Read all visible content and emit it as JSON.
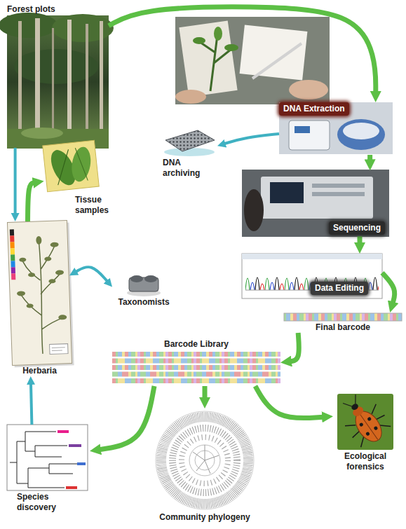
{
  "diagram": {
    "nodes": [
      {
        "text": [
          "Forest plots"
        ]
      },
      {
        "text": [
          "Tissue samples"
        ]
      },
      {
        "text": [
          "Herbaria"
        ]
      },
      {
        "text": [
          "Taxonomists"
        ]
      },
      {
        "text": [
          "DNA Extraction"
        ]
      },
      {
        "text": [
          "DNA archiving"
        ]
      },
      {
        "text": [
          "Sequencing"
        ]
      },
      {
        "text": [
          "Data Editing"
        ]
      },
      {
        "text": [
          "Final barcode"
        ]
      },
      {
        "text": [
          "Barcode Library"
        ]
      },
      {
        "text": [
          "Species discovery"
        ]
      },
      {
        "text": [
          "Community phylogeny"
        ]
      },
      {
        "text": [
          "Ecological forensics"
        ]
      }
    ],
    "edges": [
      {
        "from": 0,
        "to": 4,
        "arrow": "to"
      },
      {
        "from": 0,
        "to": 2,
        "arrow": "to"
      },
      {
        "from": 2,
        "to": 1,
        "arrow": "to"
      },
      {
        "from": 2,
        "to": 3,
        "arrow": "both"
      },
      {
        "from": 4,
        "to": 5,
        "arrow": "to"
      },
      {
        "from": 4,
        "to": 6,
        "arrow": "to"
      },
      {
        "from": 6,
        "to": 7,
        "arrow": "to"
      },
      {
        "from": 7,
        "to": 8,
        "arrow": "to"
      },
      {
        "from": 8,
        "to": 9,
        "arrow": "to"
      },
      {
        "from": 9,
        "to": 10,
        "arrow": "to"
      },
      {
        "from": 9,
        "to": 11,
        "arrow": "to"
      },
      {
        "from": 9,
        "to": 12,
        "arrow": "to"
      },
      {
        "from": 10,
        "to": 2,
        "arrow": "to"
      }
    ]
  }
}
